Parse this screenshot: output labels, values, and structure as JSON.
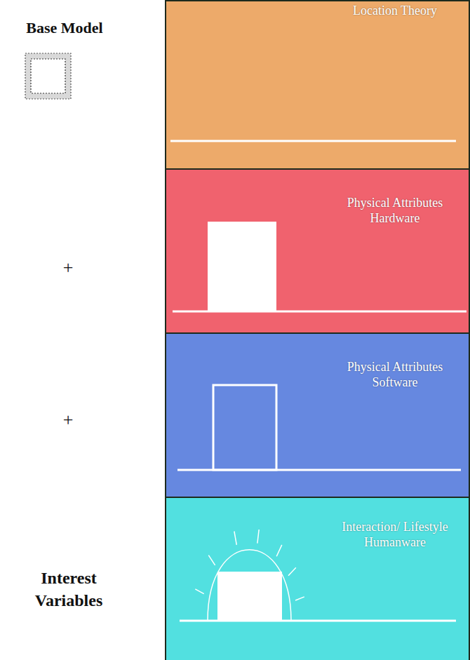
{
  "diagram": {
    "nodes": [
      {
        "text": [
          "Location Theory"
        ]
      },
      {
        "text": [
          "Physical Attributes Hardware"
        ]
      },
      {
        "text": [
          "Physical Attributes Software"
        ]
      },
      {
        "text": [
          "Interaction/ Lifestyle Humanware"
        ]
      }
    ],
    "labels": [
      "Base Model",
      "+",
      "+",
      "Interest Variables"
    ]
  }
}
